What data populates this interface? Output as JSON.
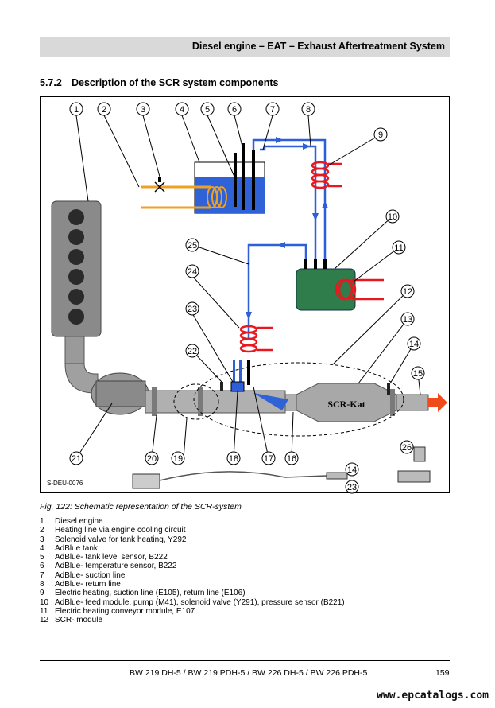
{
  "header": {
    "title": "Diesel engine – EAT – Exhaust Aftertreatment System"
  },
  "section": {
    "number": "5.7.2",
    "title": "Description of the SCR system components"
  },
  "figure": {
    "code": "S-DEU-0076",
    "kat_label": "SCR-Kat",
    "callouts": [
      "1",
      "2",
      "3",
      "4",
      "5",
      "6",
      "7",
      "8",
      "9",
      "10",
      "11",
      "12",
      "13",
      "14",
      "15",
      "16",
      "17",
      "18",
      "19",
      "20",
      "21",
      "22",
      "23",
      "24",
      "25",
      "26",
      "14",
      "23"
    ],
    "colors": {
      "adblue": "#2e5fd8",
      "heating": "#e8181e",
      "coolant": "#f0a020",
      "module": "#2e7d4a",
      "tank_fluid": "#2f62d6"
    }
  },
  "caption": "Fig.  122: Schematic representation of the SCR-system",
  "legend": [
    {
      "n": "1",
      "text": "Diesel engine"
    },
    {
      "n": "2",
      "text": "Heating line via engine cooling circuit"
    },
    {
      "n": "3",
      "text": "Solenoid valve for tank heating, Y292"
    },
    {
      "n": "4",
      "text": "AdBlue tank"
    },
    {
      "n": "5",
      "text": "AdBlue- tank level sensor, B222"
    },
    {
      "n": "6",
      "text": "AdBlue- temperature sensor, B222"
    },
    {
      "n": "7",
      "text": "AdBlue- suction line"
    },
    {
      "n": "8",
      "text": "AdBlue- return line"
    },
    {
      "n": "9",
      "text": "Electric heating, suction line (E105), return line (E106)"
    },
    {
      "n": "10",
      "text": "AdBlue- feed module, pump (M41), solenoid valve (Y291), pressure sensor (B221)"
    },
    {
      "n": "11",
      "text": "Electric heating conveyor module, E107"
    },
    {
      "n": "12",
      "text": "SCR- module"
    }
  ],
  "footer": {
    "models": "BW 219 DH-5 / BW 219 PDH-5 / BW 226 DH-5 / BW 226 PDH-5",
    "page": "159"
  },
  "watermark": "www.epcatalogs.com"
}
